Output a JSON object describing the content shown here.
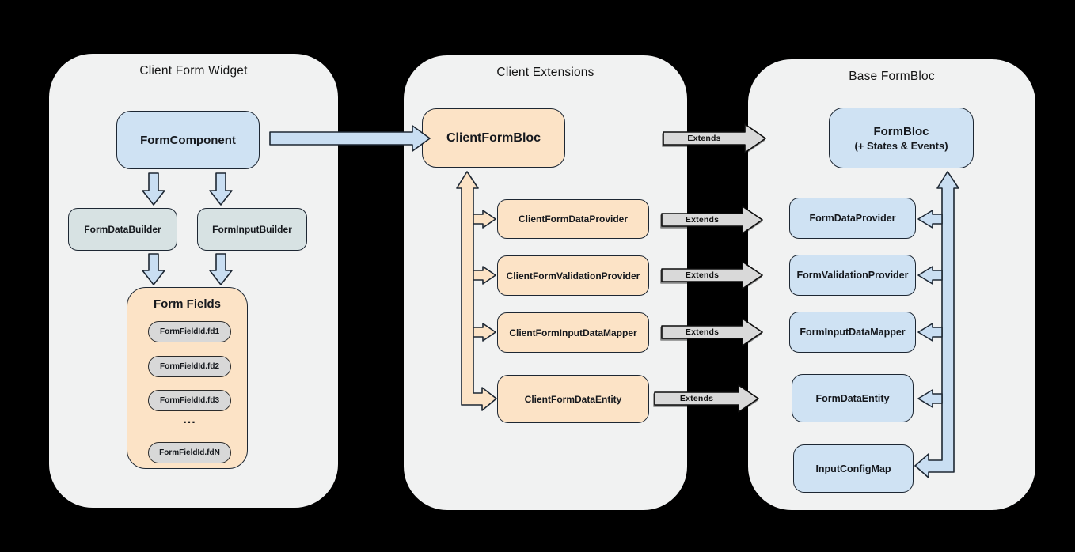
{
  "colors": {
    "background": "#000000",
    "panel_bg": "#f1f2f2",
    "blue_fill": "#cfe2f3",
    "teal_fill": "#d7e2e3",
    "orange_fill": "#fce3c6",
    "pill_fill": "#d8d8d8",
    "gray_arrow_fill": "#d9d9d9",
    "blue_arrow_fill": "#c9def2",
    "border": "#1d2733"
  },
  "panel1": {
    "title": "Client Form Widget",
    "form_component": "FormComponent",
    "form_data_builder": "FormDataBuilder",
    "form_input_builder": "FormInputBuilder",
    "form_fields": {
      "title": "Form Fields",
      "field1": "FormFieldId.fd1",
      "field2": "FormFieldId.fd2",
      "field3": "FormFieldId.fd3",
      "ellipsis": "...",
      "fieldN": "FormFieldId.fdN"
    }
  },
  "panel2": {
    "title": "Client Extensions",
    "client_form_bloc": "ClientFormBloc",
    "client_form_data_provider": "ClientFormDataProvider",
    "client_form_validation_provider": "ClientFormValidationProvider",
    "client_form_input_data_mapper": "ClientFormInputDataMapper",
    "client_form_data_entity": "ClientFormDataEntity"
  },
  "panel3": {
    "title": "Base FormBloc",
    "form_bloc_title": "FormBloc",
    "form_bloc_subtitle": "(+ States & Events)",
    "form_data_provider": "FormDataProvider",
    "form_validation_provider": "FormValidationProvider",
    "form_input_data_mapper": "FormInputDataMapper",
    "form_data_entity": "FormDataEntity",
    "input_config_map": "InputConfigMap"
  },
  "labels": {
    "extends": "Extends"
  }
}
